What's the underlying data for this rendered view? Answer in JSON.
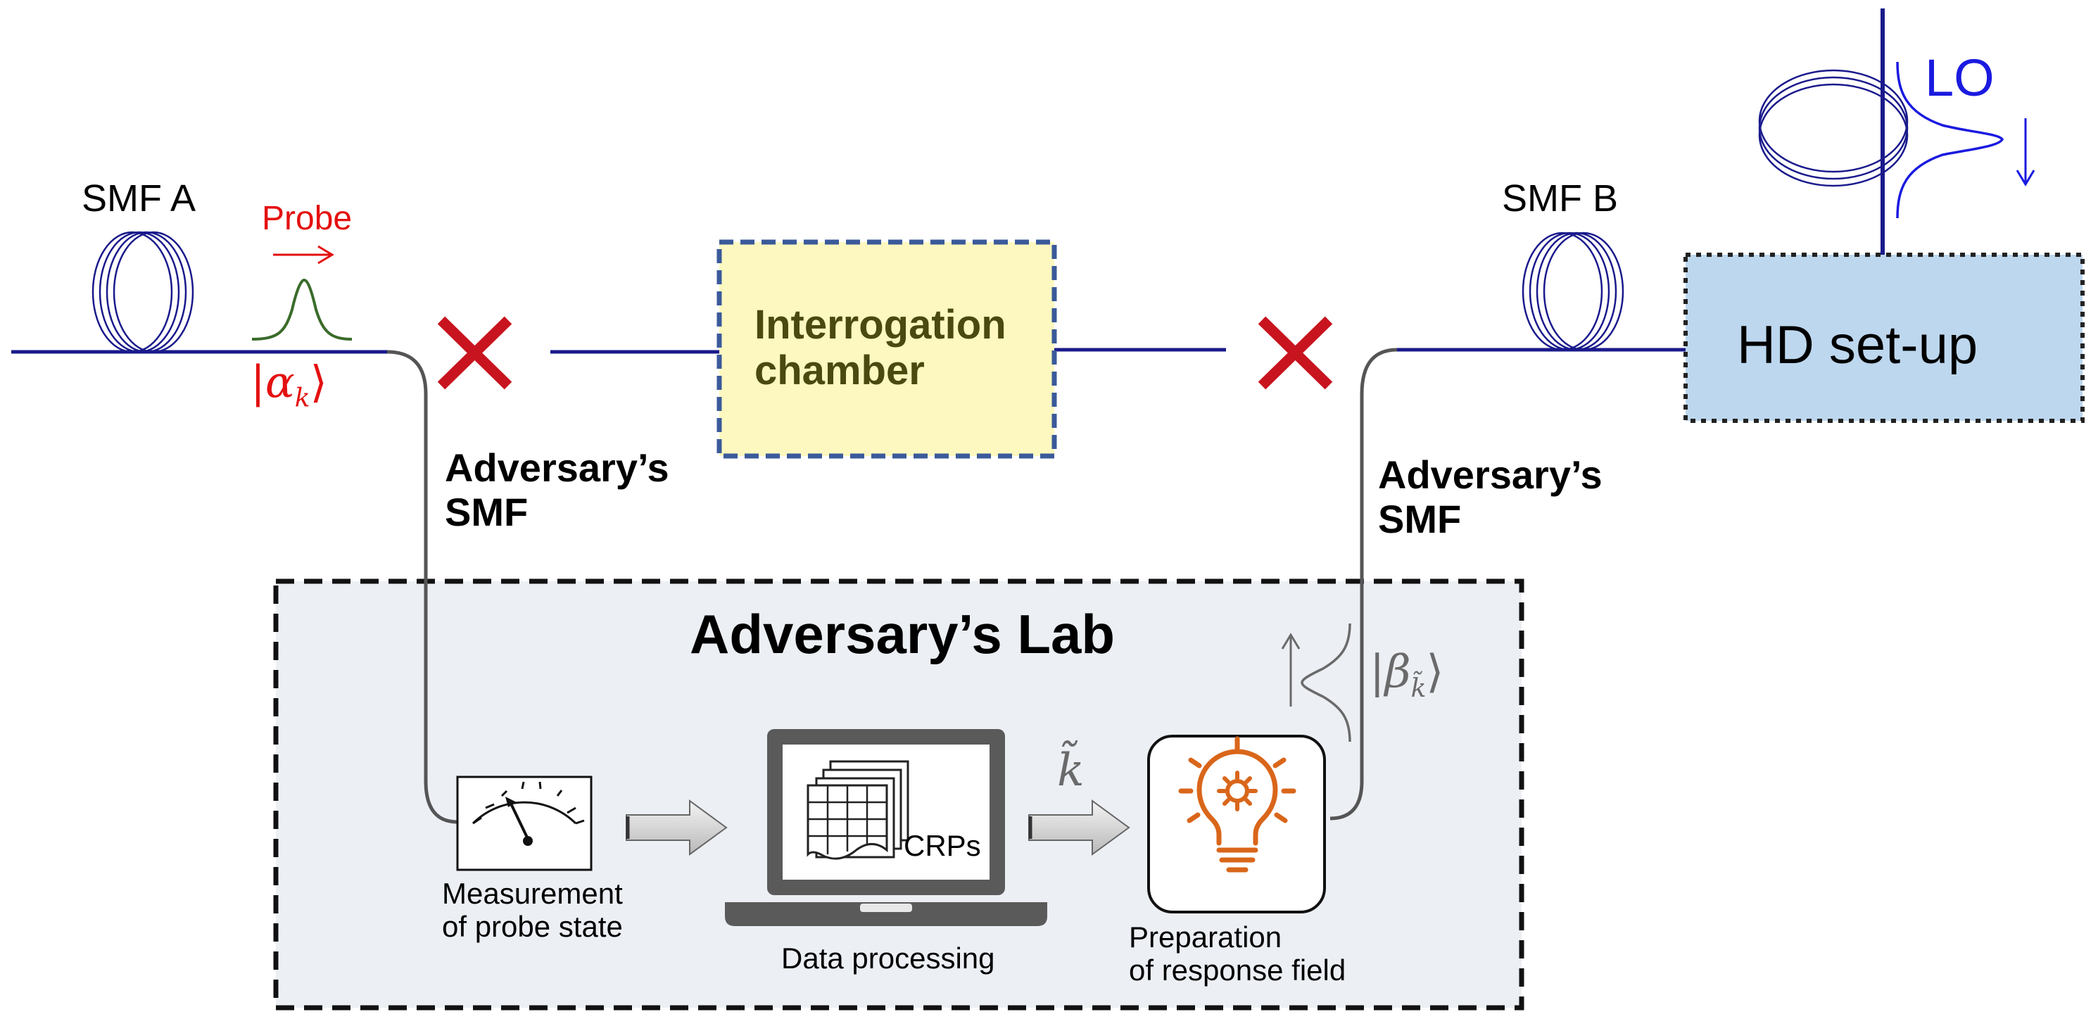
{
  "fiber_labels": {
    "smf_a": "SMF A",
    "smf_b": "SMF B",
    "adversary_smf_left": [
      "Adversary’s",
      "SMF"
    ],
    "adversary_smf_right": [
      "Adversary’s",
      "SMF"
    ]
  },
  "probe": {
    "label": "Probe",
    "state": "|α",
    "state_sub": "k",
    "state_close": "⟩"
  },
  "lo_label": "LO",
  "interrogation_chamber": [
    "Interrogation",
    "chamber"
  ],
  "hd_setup": "HD set-up",
  "lab": {
    "title": "Adversary’s Lab",
    "measurement_caption": [
      "Measurement",
      "of probe state"
    ],
    "data_processing_caption": "Data processing",
    "crps_label": "CRPs",
    "k_tilde": "k̃",
    "preparation_caption": [
      "Preparation",
      "of response field"
    ],
    "response_state": "|β",
    "response_state_sub": "k̃",
    "response_state_close": "⟩"
  },
  "colors": {
    "fiber_line": "#1a1a8c",
    "adversary_fiber": "#555555",
    "cut_marker": "#c8141e",
    "probe_red": "#e41010",
    "lo_blue": "#1a1ae0",
    "pulse_green": "#3a6b2a",
    "chamber_fill": "#fcf8c0",
    "chamber_border": "#3a5a9a",
    "chamber_text": "#4a4a10",
    "hd_fill": "#bdd7ee",
    "lab_fill": "#eceff4",
    "bulb_orange": "#d9661a"
  }
}
